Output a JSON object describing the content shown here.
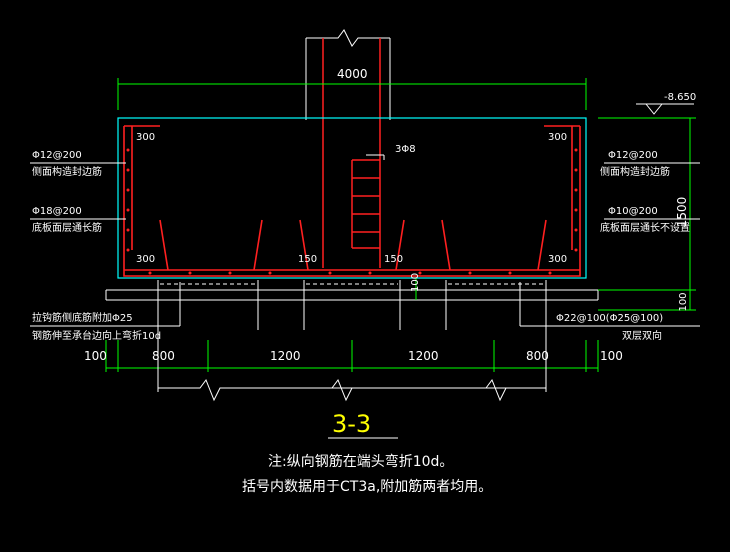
{
  "dims": {
    "top_width": "4000",
    "right_height": "1500",
    "right_bottom": "100",
    "bottom_left_edge": "100",
    "bottom_seg1": "800",
    "bottom_seg2": "1200",
    "bottom_seg3": "1200",
    "bottom_seg4": "800",
    "bottom_right_edge": "100",
    "inner_300_tl": "300",
    "inner_300_tr": "300",
    "inner_300_bl": "300",
    "inner_300_br": "300",
    "inner_150_l": "150",
    "inner_150_r": "150",
    "cover_100": "100",
    "elevation": "-8.650"
  },
  "labels": {
    "stirrup": "3Φ8",
    "left_top_bar": "Φ12@200",
    "left_top_note": "侧面构造封边筋",
    "left_mid_bar": "Φ18@200",
    "left_mid_note": "底板面层通长筋",
    "right_top_bar": "Φ12@200",
    "right_top_note": "侧面构造封边筋",
    "right_mid_bar": "Φ10@200",
    "right_mid_note": "底板面层通长不设置",
    "left_bottom_note1": "拉钩筋侧底筋附加Φ25",
    "left_bottom_note2": "钢筋伸至承台边向上弯折10d",
    "right_bottom_bar": "Φ22@100(Φ25@100)",
    "right_bottom_note": "双层双向"
  },
  "section_title": "3-3",
  "notes": {
    "line1": "注:纵向钢筋在端头弯折10d。",
    "line2": "括号内数据用于CT3a,附加筋两者均用。"
  },
  "colors": {
    "dim": "#00ff00",
    "concrete": "#00ffff",
    "rebar": "#ff2020",
    "text": "#ffffff",
    "title": "#ffff00"
  }
}
